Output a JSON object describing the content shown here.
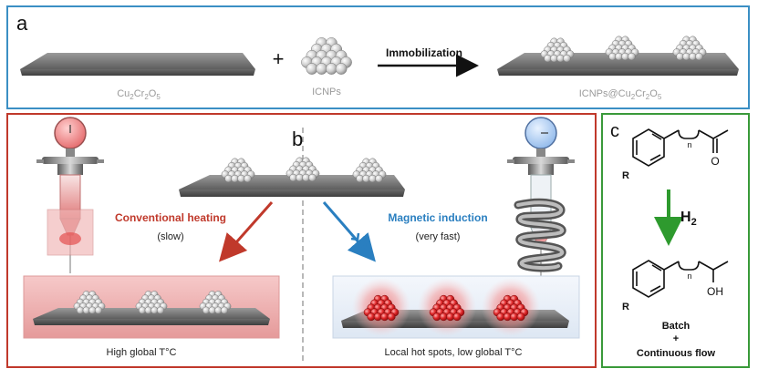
{
  "panel_a": {
    "letter": "a",
    "support_label_main": "Cu",
    "support_sub1": "2",
    "support_mid": "Cr",
    "support_sub2": "2",
    "support_end": "O",
    "support_sub3": "5",
    "plus": "+",
    "nanoparticle_label": "ICNPs",
    "arrow_label": "Immobilization",
    "product_label_main": "ICNPs@Cu",
    "product_sub1": "2",
    "product_mid": "Cr",
    "product_sub2": "2",
    "product_end": "O",
    "product_sub3": "5"
  },
  "panel_b": {
    "letter": "b",
    "left_title": "Conventional heating",
    "left_subtitle": "(slow)",
    "left_caption": "High global T°C",
    "right_title": "Magnetic induction",
    "right_subtitle": "(very fast)",
    "right_caption": "Local hot spots, low global T°C"
  },
  "panel_c": {
    "letter": "c",
    "reagent_main": "H",
    "reagent_sub": "2",
    "sub_r_top": "R",
    "sub_n_top": "n",
    "sub_o": "O",
    "sub_r_bottom": "R",
    "sub_n_bottom": "n",
    "sub_oh": "OH",
    "mode_1": "Batch",
    "mode_plus": "+",
    "mode_2": "Continuous flow"
  },
  "colors": {
    "panel_a_border": "#3b8fc4",
    "panel_b_border": "#c0392b",
    "panel_c_border": "#3a9a3a",
    "conventional": "#c0392b",
    "magnetic": "#2a7fc0",
    "h2_arrow": "#2e9a2e"
  },
  "icons": {
    "thermometer_hot": "thermometer-red-icon",
    "thermometer_cold": "thermometer-blue-icon",
    "nanoparticle_cluster": "sphere-cluster-icon",
    "induction_coil": "coil-icon"
  }
}
